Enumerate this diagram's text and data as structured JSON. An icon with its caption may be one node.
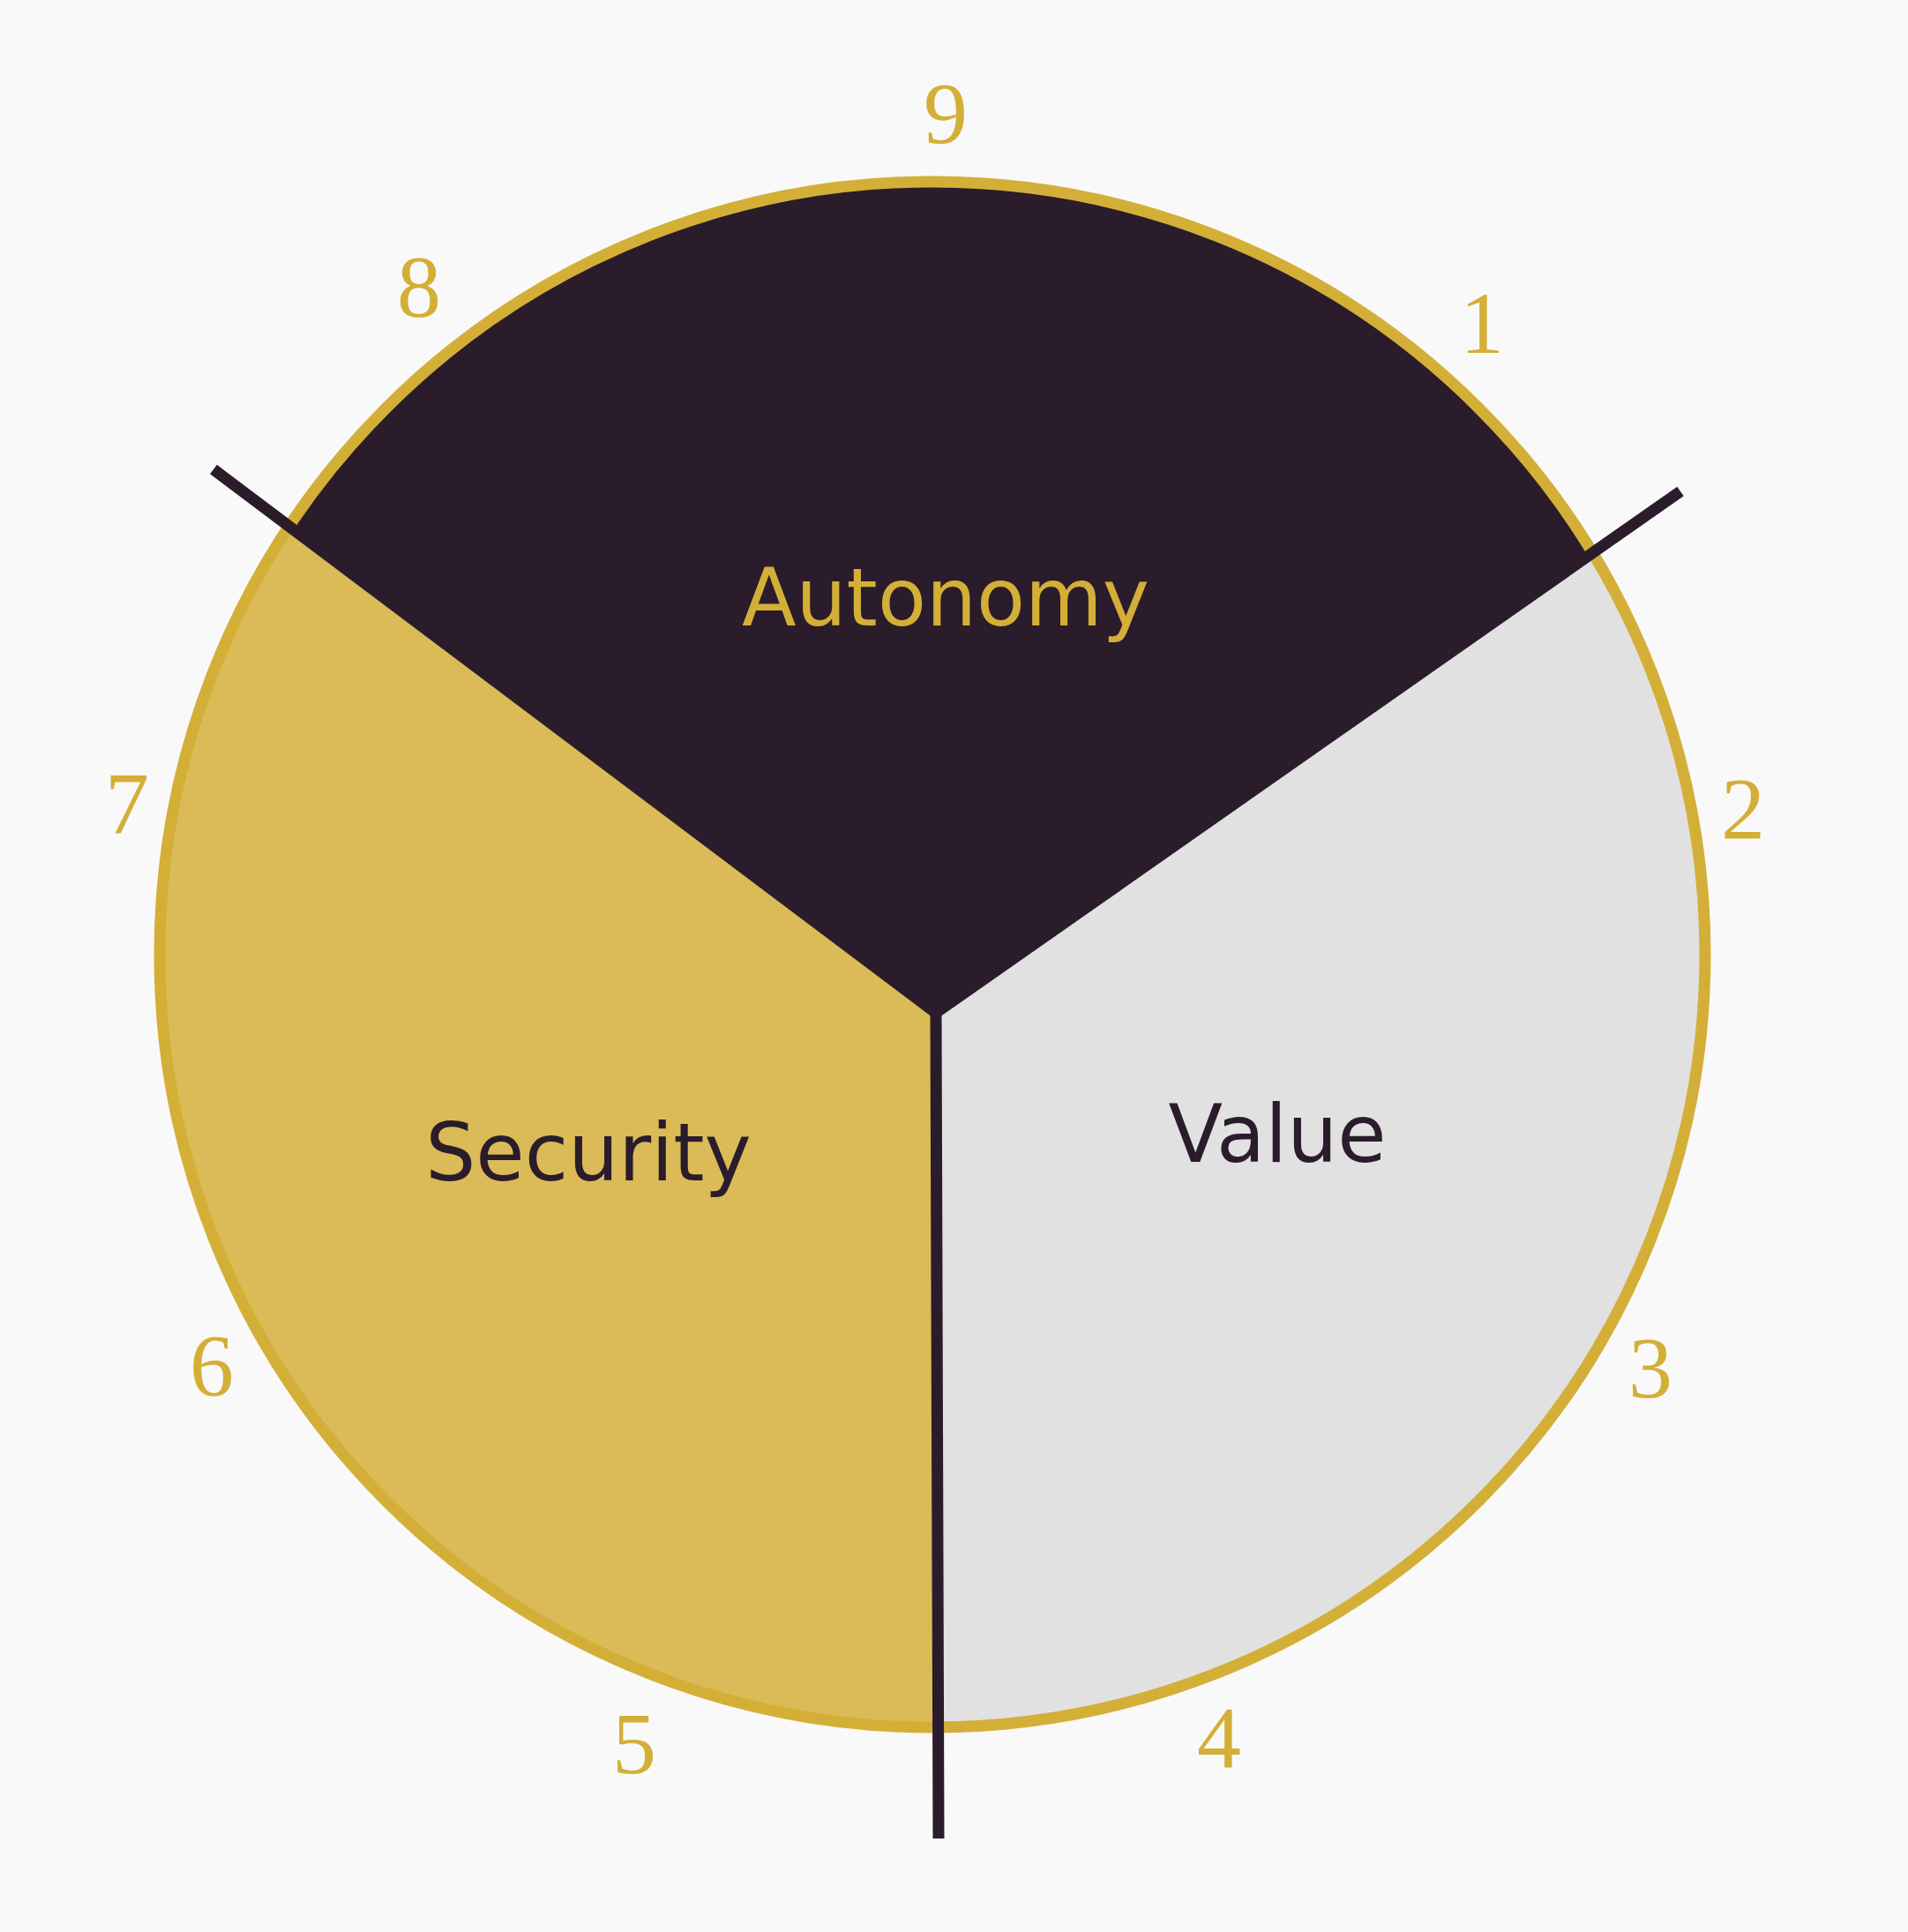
{
  "diagram": {
    "nodes": [
      {
        "text": [
          "Autonomy"
        ]
      },
      {
        "text": [
          "Security"
        ]
      },
      {
        "text": [
          "Value"
        ]
      }
    ],
    "labels": [
      "9",
      "1",
      "2",
      "3",
      "4",
      "5",
      "6",
      "7",
      "8"
    ]
  }
}
